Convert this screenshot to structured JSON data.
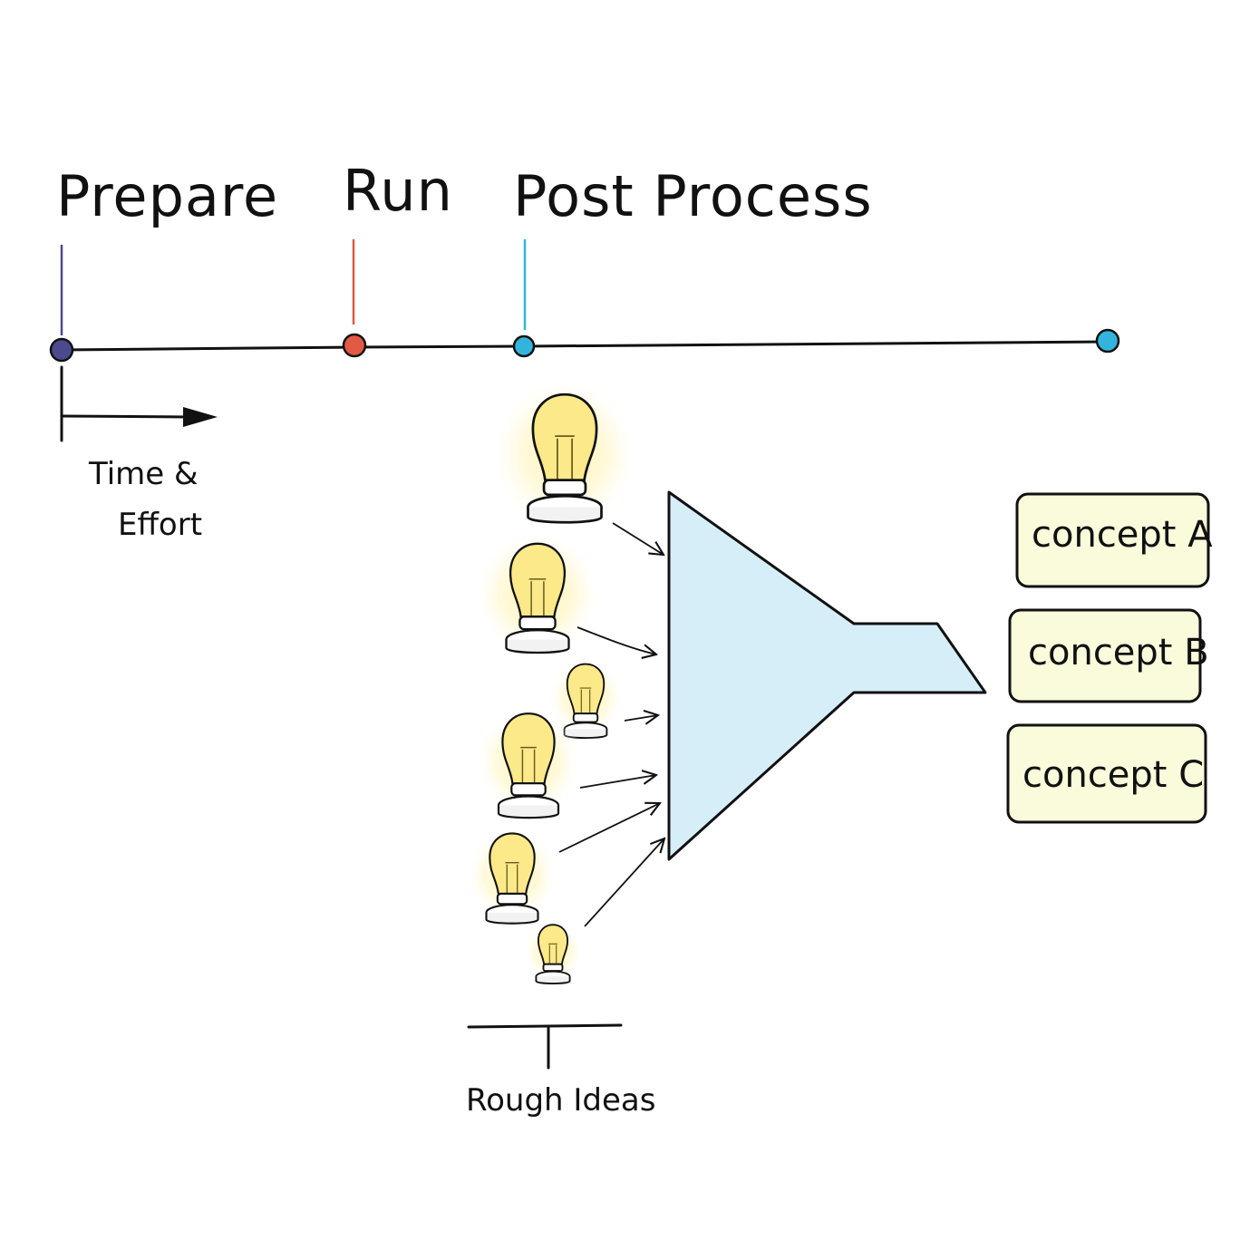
{
  "timeline": {
    "phases": [
      {
        "label": "Prepare",
        "color": "#4a4a8c"
      },
      {
        "label": "Run",
        "color": "#e25a43"
      },
      {
        "label": "Post Process",
        "color": "#33b4dc"
      }
    ],
    "end_marker_color": "#33b4dc",
    "axis_label_line1": "Time &",
    "axis_label_line2": "Effort"
  },
  "ideas": {
    "bulb_color": "#fbe98a",
    "glow_color": "#fff3a6",
    "label": "Rough Ideas"
  },
  "funnel": {
    "fill_color": "#d6eef7"
  },
  "concepts": {
    "box_color": "#fafbdb",
    "items": [
      {
        "label": "concept A"
      },
      {
        "label": "concept B"
      },
      {
        "label": "concept C"
      }
    ]
  }
}
